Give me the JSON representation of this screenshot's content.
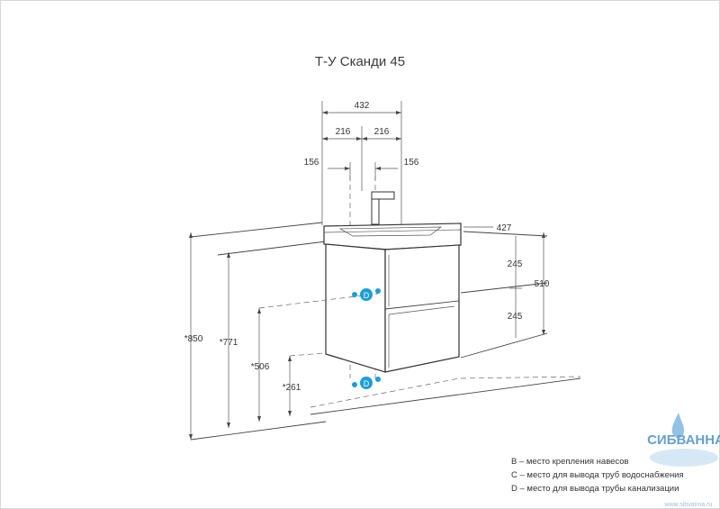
{
  "title": "Т-У Сканди 45",
  "dimensions": {
    "width_total": "432",
    "half_left": "216",
    "half_right": "216",
    "offset_left": "156",
    "offset_right": "156",
    "depth": "427",
    "drawer_top": "245",
    "drawer_bottom": "245",
    "cabinet_height": "510",
    "height_850": "*850",
    "height_771": "*771",
    "height_506": "*506",
    "height_261": "*261"
  },
  "markers": {
    "d_upper": "D",
    "d_lower": "D"
  },
  "legend": [
    "B – место крепления навесов",
    "C – место для вывода труб водоснабжения",
    "D – место для вывода трубы канализации"
  ],
  "watermark": {
    "brand": "СИБВАННА",
    "url": "www.sibvanna.ru"
  },
  "colors": {
    "marker": "#1a9fd6",
    "watermark": "#4a90c8"
  }
}
